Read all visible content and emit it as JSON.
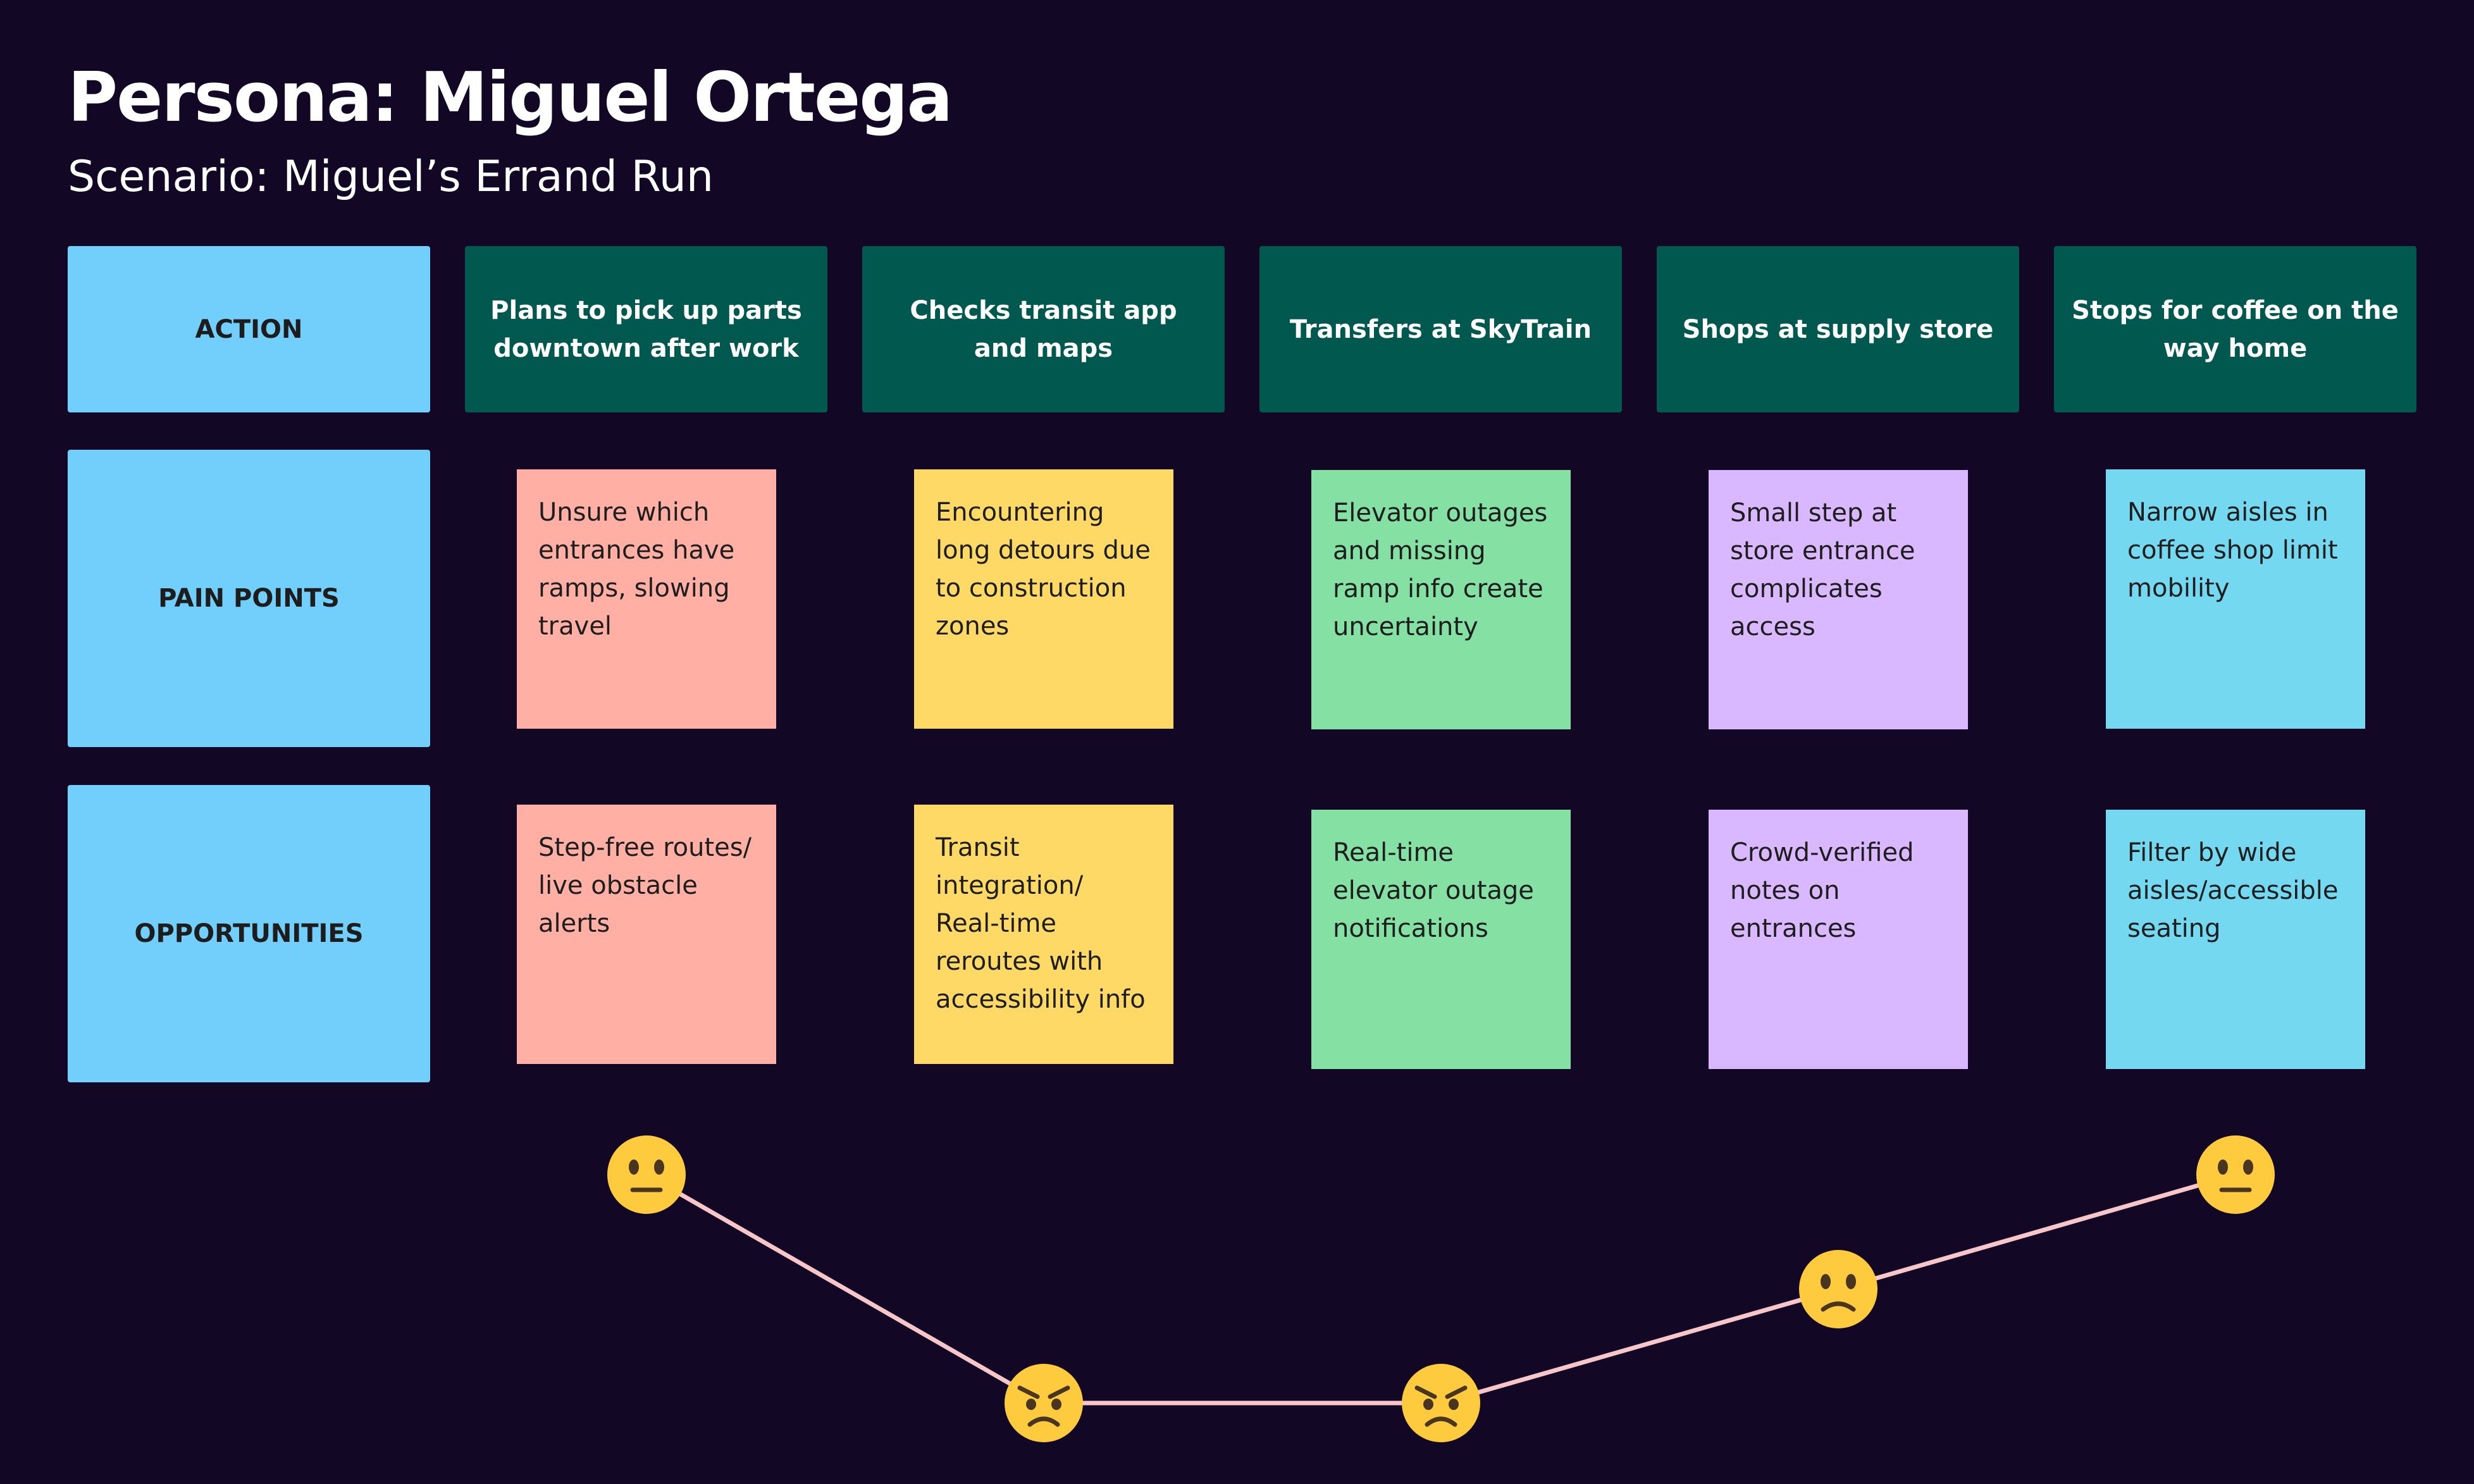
{
  "title": "Persona: Miguel Ortega",
  "subtitle": "Scenario: Miguel’s Errand Run",
  "rows": {
    "action": "ACTION",
    "pain_points": "PAIN POINTS",
    "opportunities": "OPPORTUNITIES"
  },
  "steps": [
    {
      "action": "Plans to pick up parts downtown after work",
      "pain": "Unsure which entrances have ramps, slowing travel",
      "opportunity": "Step-free routes/ live obstacle alerts",
      "sticky_color": "#ffafa3",
      "emotion": "neutral-face-icon"
    },
    {
      "action": "Checks transit app and maps",
      "pain": "Encountering long detours due to construction zones",
      "opportunity": "Transit integration/ Real-time reroutes with accessibility info",
      "sticky_color": "#ffd966",
      "emotion": "angry-face-icon"
    },
    {
      "action": "Transfers at SkyTrain",
      "pain": "Elevator outages and missing ramp info create uncertainty",
      "opportunity": "Real-time elevator outage notifications",
      "sticky_color": "#85e0a3",
      "emotion": "angry-face-icon"
    },
    {
      "action": "Shops at supply store",
      "pain": "Small step at store entrance complicates access",
      "opportunity": "Crowd-verified notes on entrances",
      "sticky_color": "#d9b8ff",
      "emotion": "slightly-frowning-face-icon"
    },
    {
      "action": "Stops for coffee on the way home",
      "pain": "Narrow aisles in coffee shop limit mobility",
      "opportunity": "Filter by wide aisles/accessible seating",
      "sticky_color": "#75d8f1",
      "emotion": "neutral-face-icon"
    }
  ],
  "colors": {
    "background": "#130726",
    "row_label": "#72cffb",
    "action_header": "#01584f",
    "emotion_line": "#f7c6c8",
    "emoji_face": "#ffcb3e"
  }
}
